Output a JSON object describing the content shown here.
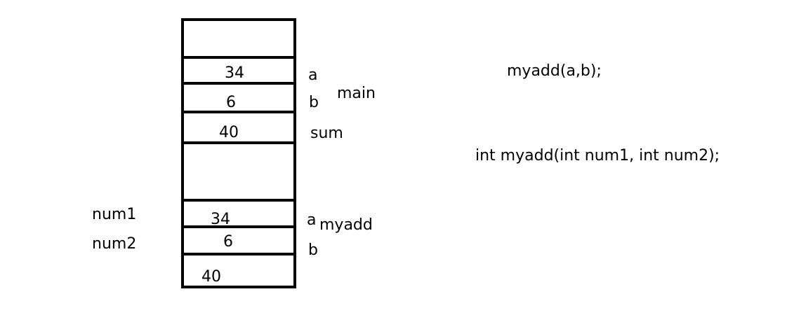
{
  "stack": {
    "cells": [
      {
        "value": ""
      },
      {
        "value": "34"
      },
      {
        "value": "6"
      },
      {
        "value": "40"
      },
      {
        "value": ""
      },
      {
        "value": "34"
      },
      {
        "value": "6"
      },
      {
        "value": "40"
      }
    ]
  },
  "labels": {
    "main_a": "a",
    "main_b": "b",
    "main_sum": "sum",
    "main_frame": "main",
    "myadd_a": "a",
    "myadd_b": "b",
    "myadd_frame": "myadd",
    "num1": "num1",
    "num2": "num2"
  },
  "code": {
    "call": "myadd(a,b);",
    "declaration": "int myadd(int num1, int num2);"
  }
}
